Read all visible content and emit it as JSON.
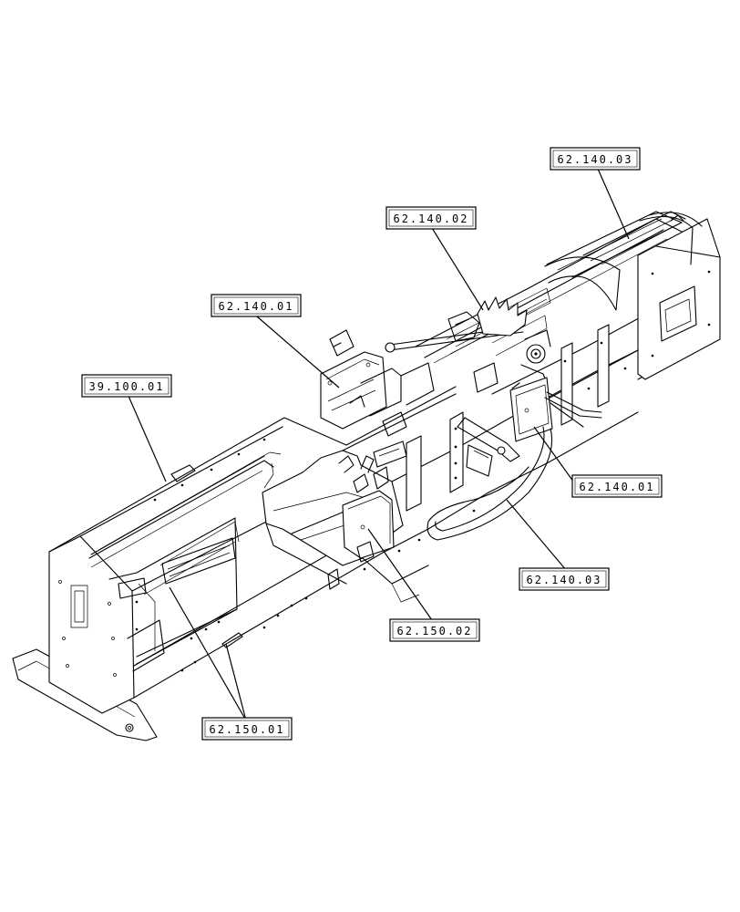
{
  "callouts": [
    {
      "id": "c-62-140-03-top",
      "label": "62.140.03"
    },
    {
      "id": "c-62-140-02",
      "label": "62.140.02"
    },
    {
      "id": "c-62-140-01-left",
      "label": "62.140.01"
    },
    {
      "id": "c-39-100-01",
      "label": "39.100.01"
    },
    {
      "id": "c-62-140-01-right",
      "label": "62.140.01"
    },
    {
      "id": "c-62-140-03-bottom",
      "label": "62.140.03"
    },
    {
      "id": "c-62-150-02",
      "label": "62.150.02"
    },
    {
      "id": "c-62-150-01",
      "label": "62.150.01"
    }
  ]
}
